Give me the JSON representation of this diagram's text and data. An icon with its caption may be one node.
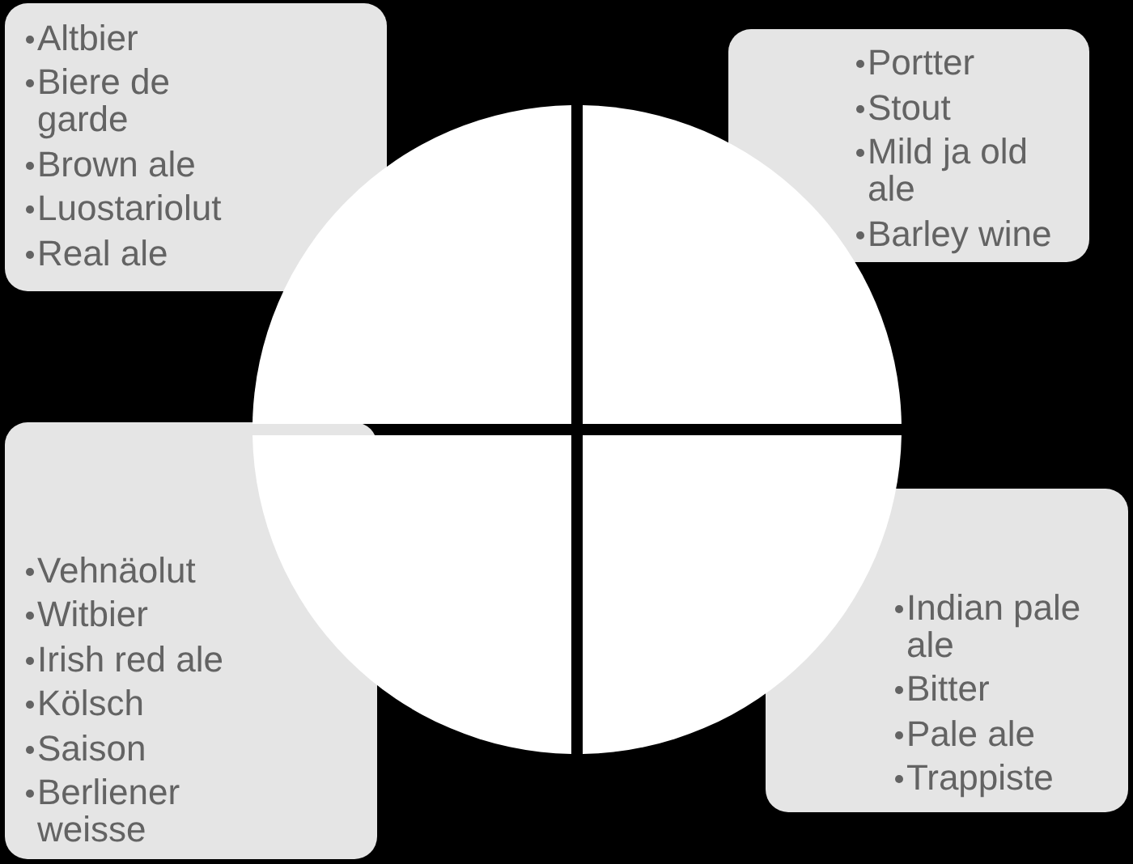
{
  "diagram": {
    "nodes": [
      {
        "text": [
          "Altbier",
          "Biere de garde",
          "Brown ale",
          "Luostariolut",
          "Real ale"
        ]
      },
      {
        "text": [
          "Portter",
          "Stout",
          "Mild ja old ale",
          "Barley wine"
        ]
      },
      {
        "text": [
          "Vehnäolut",
          "Witbier",
          "Irish red ale",
          "Kölsch",
          "Saison",
          "Berliener weisse"
        ]
      },
      {
        "text": [
          "Indian pale ale",
          "Bitter",
          "Pale ale",
          "Trappiste"
        ]
      },
      {
        "text": [],
        "shape": "sector"
      },
      {
        "text": [],
        "shape": "sector"
      },
      {
        "text": [],
        "shape": "sector"
      },
      {
        "text": [],
        "shape": "sector"
      }
    ]
  }
}
